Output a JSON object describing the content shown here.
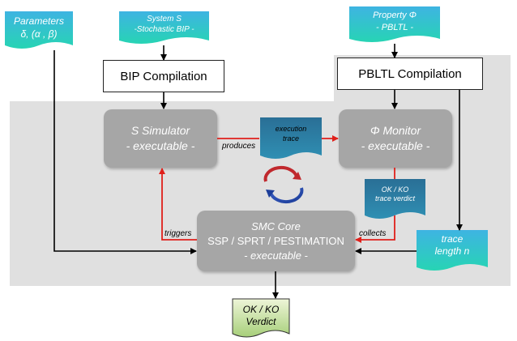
{
  "inputs": {
    "parameters": {
      "line1": "Parameters",
      "line2": "δ, (α , β)"
    },
    "system": {
      "line1": "System S",
      "line2": "-Stochastic BIP -"
    },
    "property": {
      "line1": "Property Φ",
      "line2": "- PBLTL -"
    }
  },
  "compilation": {
    "bip": "BIP Compilation",
    "pbltl": "PBLTL Compilation"
  },
  "simulator": {
    "line1": "S Simulator",
    "line2": "- executable -"
  },
  "monitor": {
    "line1": "Φ Monitor",
    "line2": "- executable -"
  },
  "smc_core": {
    "line1": "SMC Core",
    "line2": "SSP / SPRT / PESTIMATION",
    "line3": "- executable -"
  },
  "documents": {
    "execution_trace": {
      "line1": "execution",
      "line2": "trace"
    },
    "verdict_trace": {
      "line1": "OK / KO",
      "line2": "trace verdict"
    },
    "trace_length": {
      "line1": "trace",
      "line2": "length n"
    },
    "final_verdict": {
      "line1": "OK / KO",
      "line2": "Verdict"
    }
  },
  "edge_labels": {
    "produces": "produces",
    "triggers": "triggers",
    "collects": "collects"
  },
  "colors": {
    "doc_gradient_top": "#3eb4e2",
    "doc_gradient_bottom": "#27d4b4",
    "verdict_gradient_top": "#eef5d8",
    "verdict_gradient_bottom": "#a7cf7a",
    "red_arrow": "#e0201b",
    "panel": "#e0e0e0",
    "gray_box": "#a6a6a6"
  }
}
